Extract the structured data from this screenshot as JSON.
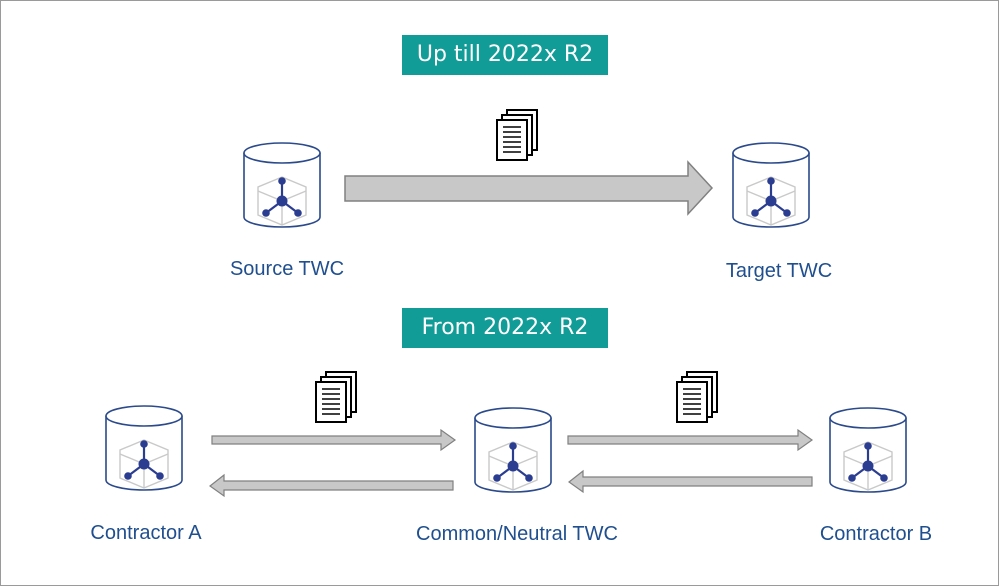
{
  "banners": {
    "top": "Up till 2022x R2",
    "bottom": "From 2022x R2"
  },
  "labels": {
    "source": "Source TWC",
    "target": "Target TWC",
    "contractor_a": "Contractor A",
    "common": "Common/Neutral TWC",
    "contractor_b": "Contractor B"
  },
  "icons": [
    "database-cylinder-icon",
    "network-cube-icon",
    "document-stack-icon",
    "arrow-right-icon",
    "arrow-left-icon"
  ],
  "colors": {
    "banner": "#129c98",
    "label": "#1f4f8f",
    "cylinder_stroke": "#2b4a8b",
    "network": "#2b3d91",
    "arrow_fill": "#c8c8c8",
    "arrow_stroke": "#808080"
  }
}
